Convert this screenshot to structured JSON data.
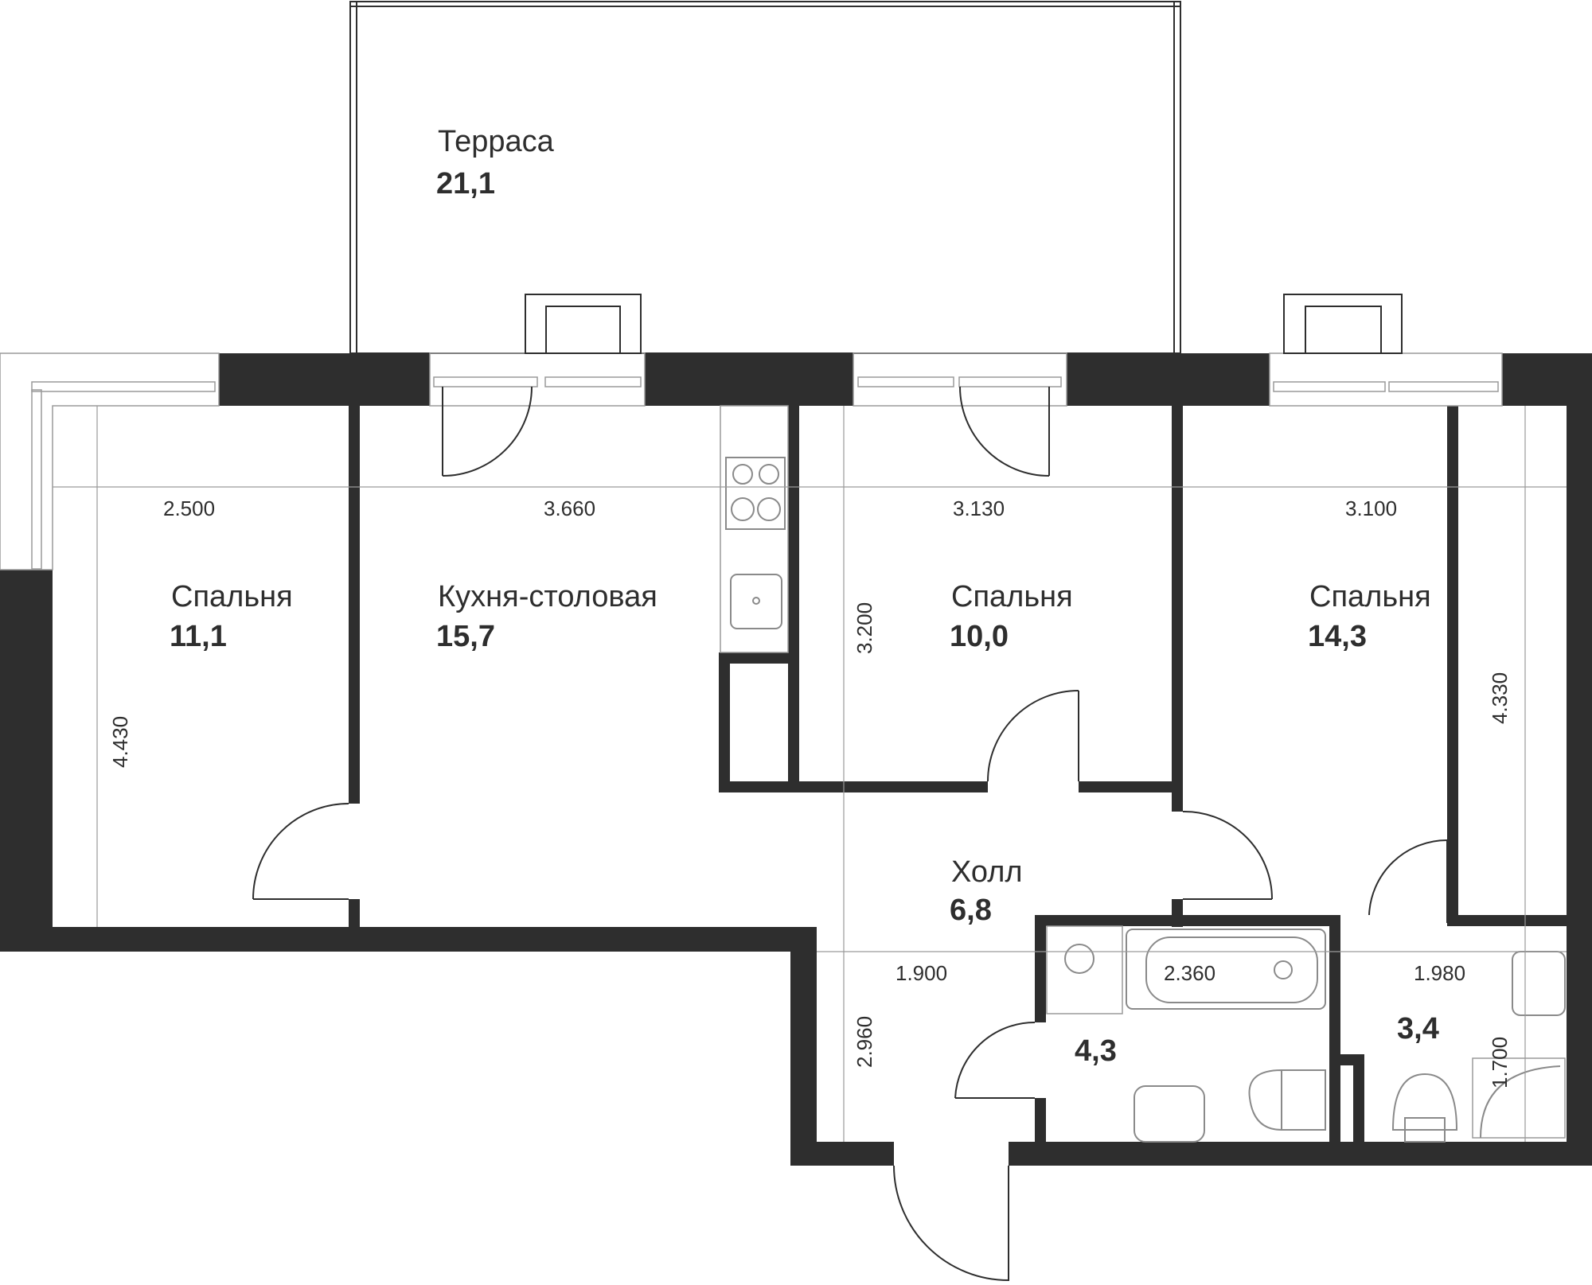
{
  "rooms": {
    "terrace": {
      "name": "Терраса",
      "area": "21,1"
    },
    "bedroom1": {
      "name": "Спальня",
      "area": "11,1"
    },
    "kitchen": {
      "name": "Кухня-столовая",
      "area": "15,7"
    },
    "bedroom2": {
      "name": "Спальня",
      "area": "10,0"
    },
    "bedroom3": {
      "name": "Спальня",
      "area": "14,3"
    },
    "hall": {
      "name": "Холл",
      "area": "6,8"
    },
    "bathroom": {
      "area": "4,3"
    },
    "wc": {
      "area": "3,4"
    }
  },
  "dimensions": {
    "bedroom1_width": "2.500",
    "bedroom1_depth": "4.430",
    "kitchen_width": "3.660",
    "bedroom2_width": "3.130",
    "bedroom2_depth": "3.200",
    "bedroom3_width": "3.100",
    "bedroom3_depth": "4.330",
    "hall_width": "1.900",
    "hall_depth": "2.960",
    "bathroom_width": "2.360",
    "wc_width": "1.980",
    "wc_depth": "1.700"
  }
}
